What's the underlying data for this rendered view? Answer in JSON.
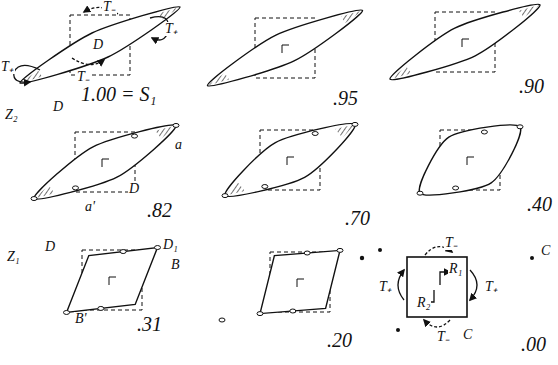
{
  "diagram": {
    "labels": [
      "T₋",
      "T₊",
      "T₊",
      "T₋",
      "D",
      "1.00 = S₁",
      ".95",
      ".90",
      "Z₂",
      "D",
      "a",
      "D",
      "a'",
      ".82",
      ".70",
      ".40",
      "Z₁",
      "D",
      "D₁",
      "B",
      "B'",
      ".31",
      ".20",
      "T₋",
      "T₊",
      "R₁",
      "T₊",
      "R₂",
      "C",
      "T₋",
      "C",
      ".00"
    ]
  }
}
